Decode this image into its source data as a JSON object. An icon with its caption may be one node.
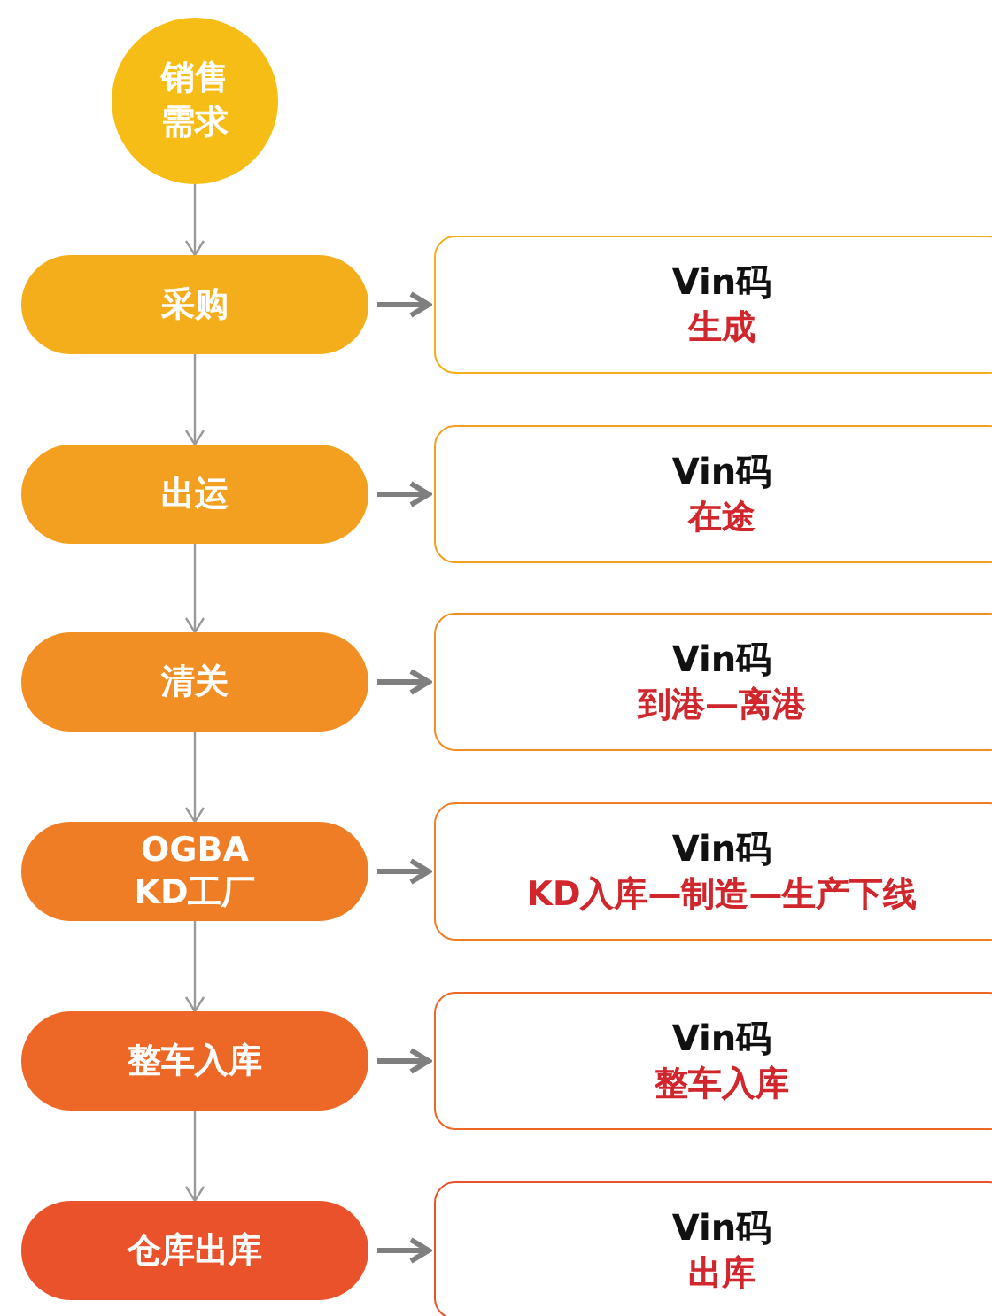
{
  "diagram": {
    "nodes": [
      {
        "text": [
          "销售需求"
        ]
      },
      {
        "text": [
          "采购"
        ]
      },
      {
        "text": [
          "Vin码",
          "生成"
        ]
      },
      {
        "text": [
          "出运"
        ]
      },
      {
        "text": [
          "Vin码",
          "在途"
        ]
      },
      {
        "text": [
          "清关"
        ]
      },
      {
        "text": [
          "Vin码",
          "到港—离港"
        ]
      },
      {
        "text": [
          "OGBA KD工厂"
        ]
      },
      {
        "text": [
          "Vin码",
          "KD入库—制造—生产下线"
        ]
      },
      {
        "text": [
          "整车入库"
        ]
      },
      {
        "text": [
          "Vin码",
          "整车入库"
        ]
      },
      {
        "text": [
          "仓库出库"
        ]
      },
      {
        "text": [
          "Vin码",
          "出库"
        ]
      }
    ],
    "edges": [
      {
        "from": 0,
        "to": 1,
        "arrow": "to"
      },
      {
        "from": 1,
        "to": 3,
        "arrow": "to"
      },
      {
        "from": 3,
        "to": 5,
        "arrow": "to"
      },
      {
        "from": 5,
        "to": 7,
        "arrow": "to"
      },
      {
        "from": 7,
        "to": 9,
        "arrow": "to"
      },
      {
        "from": 9,
        "to": 11,
        "arrow": "to"
      },
      {
        "from": 1,
        "to": 2,
        "arrow": "to",
        "style": "thick"
      },
      {
        "from": 3,
        "to": 4,
        "arrow": "to",
        "style": "thick"
      },
      {
        "from": 5,
        "to": 6,
        "arrow": "to",
        "style": "thick"
      },
      {
        "from": 7,
        "to": 8,
        "arrow": "to",
        "style": "thick"
      },
      {
        "from": 9,
        "to": 10,
        "arrow": "to",
        "style": "thick"
      },
      {
        "from": 11,
        "to": 12,
        "arrow": "to",
        "style": "thick"
      }
    ]
  }
}
